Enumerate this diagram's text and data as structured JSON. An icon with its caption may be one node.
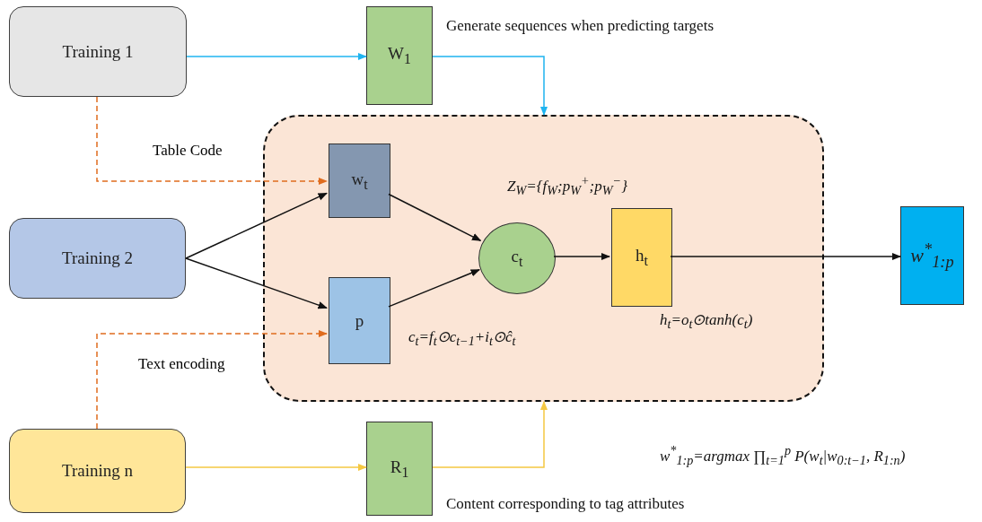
{
  "diagram": {
    "nodes": [
      {
        "text": [
          "Training 1"
        ]
      },
      {
        "text": [
          "W$_{1}$"
        ],
        "beside": [
          "Generate sequences when predicting targets"
        ]
      },
      {
        "text": [],
        "shape": "box"
      },
      {
        "text": [
          "w$_{t}$"
        ],
        "in": 2
      },
      {
        "text": [
          "p"
        ],
        "in": 2
      },
      {
        "text": [
          "c$_{t}$"
        ],
        "in": 2
      },
      {
        "text": [
          "h$_{t}$"
        ],
        "in": 2
      },
      {
        "text": [
          "Training 2"
        ]
      },
      {
        "text": [
          "Training n"
        ]
      },
      {
        "text": [
          "R$_{1}$"
        ],
        "beside": [
          "Content corresponding to tag attributes"
        ]
      },
      {
        "text": [
          "w$^{*}$$_{1:p}$"
        ]
      }
    ],
    "edges": [
      {
        "from": 0,
        "to": 1,
        "arrow": "to",
        "color": "#1fb4f0"
      },
      {
        "from": 1,
        "to": 2,
        "arrow": "to",
        "color": "#1fb4f0"
      },
      {
        "from": 0,
        "to": 3,
        "arrow": "to",
        "style": "dashed",
        "color": "#e06c1e",
        "label": "Table Code"
      },
      {
        "from": 7,
        "to": 3,
        "arrow": "to"
      },
      {
        "from": 7,
        "to": 4,
        "arrow": "to"
      },
      {
        "from": 8,
        "to": 4,
        "arrow": "to",
        "style": "dashed",
        "color": "#e06c1e",
        "label": "Text encoding"
      },
      {
        "from": 8,
        "to": 9,
        "arrow": "to",
        "color": "#f5c842"
      },
      {
        "from": 9,
        "to": 2,
        "arrow": "to",
        "color": "#f5c842"
      },
      {
        "from": 3,
        "to": 5,
        "arrow": "to"
      },
      {
        "from": 4,
        "to": 5,
        "arrow": "to"
      },
      {
        "from": 5,
        "to": 6,
        "arrow": "to"
      },
      {
        "from": 6,
        "to": 10,
        "arrow": "to"
      }
    ],
    "labels": [
      "Z$_{W}$={f$_{W}$;p$_{W}$$^{+}$;p$_{W}$$^{−}$}",
      "c$_{t}$=f$_{t}$⊙c$_{t−1}$+i$_{t}$⊙ĉ$_{t}$",
      "h$_{t}$=o$_{t}$⊙tanh(c$_{t}$)",
      "w$^{*}$$_{1:p}$=argmax ∏$_{t=1}$$^{p}$ P(w$_{t}$|w$_{0:t−1}$, R$_{1:n}$)"
    ]
  }
}
